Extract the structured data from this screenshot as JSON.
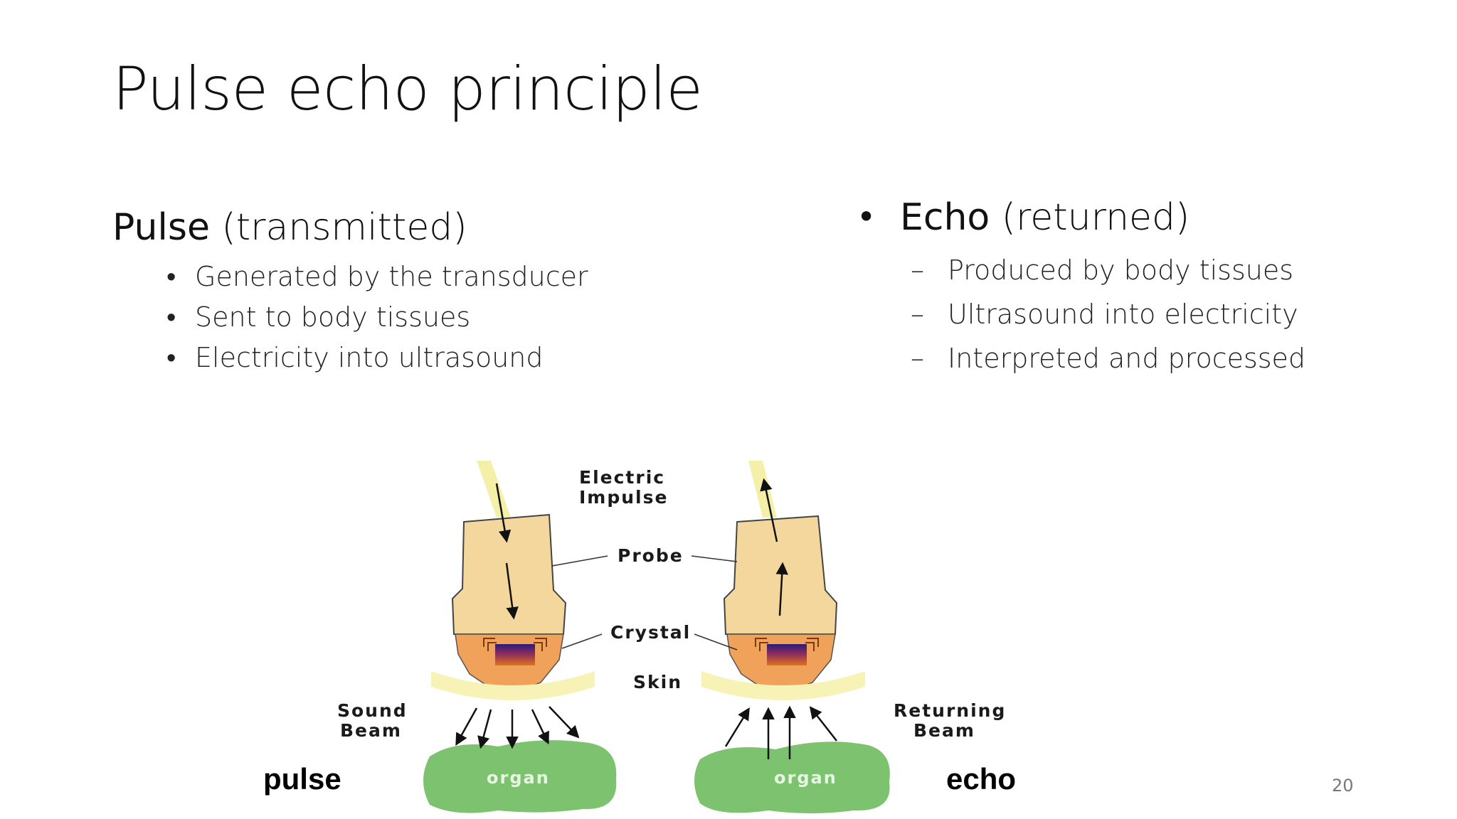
{
  "slide": {
    "title": "Pulse echo principle",
    "page_number": "20"
  },
  "pulse": {
    "heading_strong": "Pulse",
    "heading_rest": " (transmitted)",
    "bullet_mark": "•",
    "items": [
      "Generated by the transducer",
      "Sent to body tissues",
      "Electricity into ultrasound"
    ]
  },
  "echo": {
    "bullet_mark": "•",
    "heading_strong": "Echo",
    "heading_rest": " (returned)",
    "item_mark": "–",
    "items": [
      "Produced by body tissues",
      "Ultrasound into electricity",
      "Interpreted and processed"
    ]
  },
  "diagram": {
    "labels": {
      "electric": "Electric",
      "impulse": "Impulse",
      "probe": "Probe",
      "crystal": "Crystal",
      "skin": "Skin",
      "sound": "Sound",
      "beam": "Beam",
      "returning": "Returning",
      "returning_beam": "Beam",
      "organ_left": "organ",
      "organ_right": "organ"
    },
    "captions": {
      "left": "pulse",
      "right": "echo"
    },
    "colors": {
      "probe": "#f3d79c",
      "crystal_housing": "#f0a25a",
      "skin": "#f7f2b5",
      "organ": "#7dc36f",
      "cable": "#f5f0a8"
    }
  }
}
